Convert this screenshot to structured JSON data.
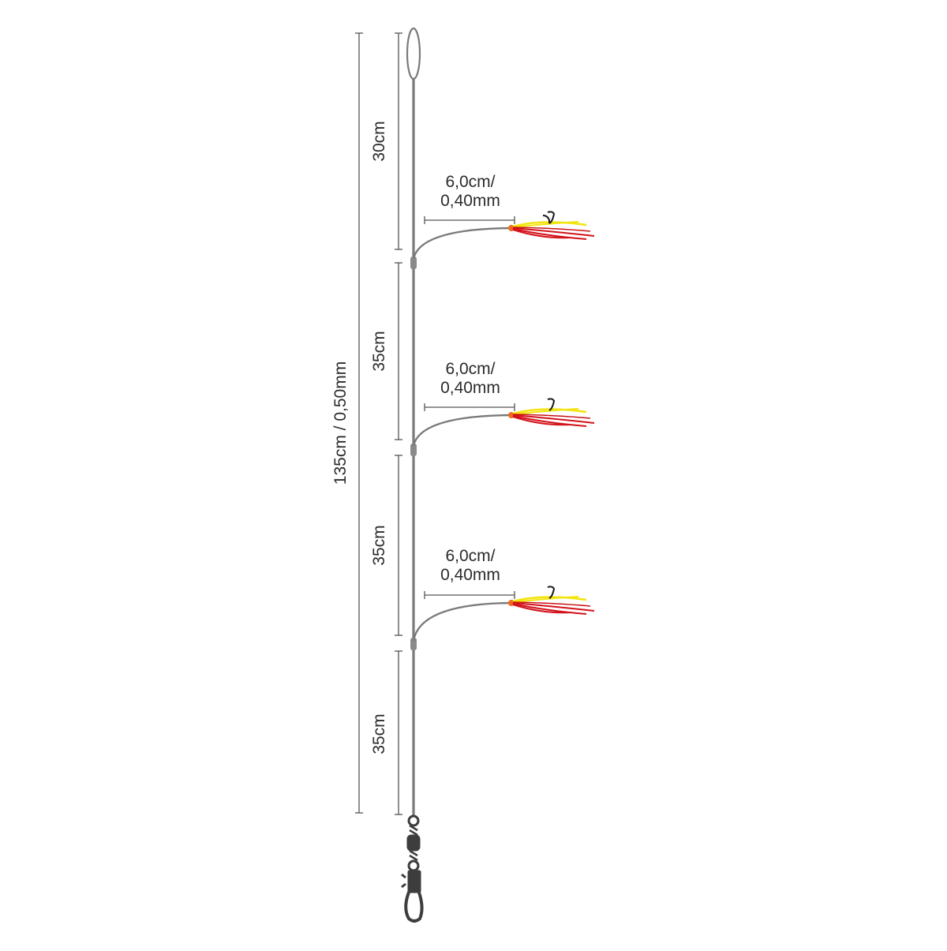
{
  "diagram": {
    "type": "fishing-rig",
    "main_line": {
      "label": "135cm / 0,50mm",
      "length": "135cm",
      "diameter": "0,50mm"
    },
    "segments": [
      {
        "label": "30cm"
      },
      {
        "label": "35cm"
      },
      {
        "label": "35cm"
      },
      {
        "label": "35cm"
      }
    ],
    "branches": [
      {
        "line1": "6,0cm/",
        "line2": "0,40mm"
      },
      {
        "line1": "6,0cm/",
        "line2": "0,40mm"
      },
      {
        "line1": "6,0cm/",
        "line2": "0,40mm"
      }
    ],
    "colors": {
      "line": "#7a7a7a",
      "dimension": "#555555",
      "skirt_red": "#d3121b",
      "skirt_yellow": "#f2e40f",
      "bead_orange": "#f26a1b",
      "swivel": "#3d3d3d"
    }
  }
}
